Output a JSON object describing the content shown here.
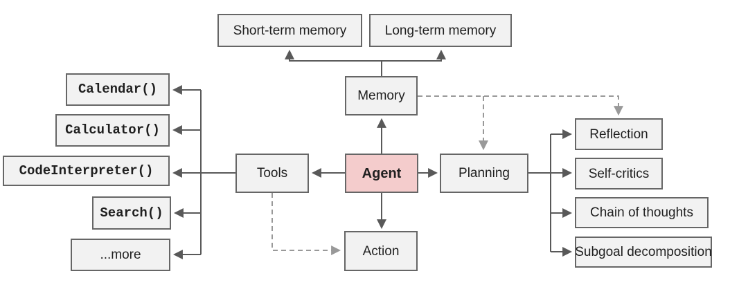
{
  "colors": {
    "background": "#ffffff",
    "box_fill": "#f2f2f2",
    "box_border": "#666666",
    "agent_fill": "#f4cccc",
    "solid_line": "#595959",
    "dashed_line": "#999999",
    "text": "#1f1f1f"
  },
  "nodes": {
    "short_term_memory": {
      "label": "Short-term memory"
    },
    "long_term_memory": {
      "label": "Long-term memory"
    },
    "memory": {
      "label": "Memory"
    },
    "tools": {
      "label": "Tools"
    },
    "agent": {
      "label": "Agent"
    },
    "planning": {
      "label": "Planning"
    },
    "action": {
      "label": "Action"
    },
    "calendar": {
      "label": "Calendar()"
    },
    "calculator": {
      "label": "Calculator()"
    },
    "code_interpreter": {
      "label": "CodeInterpreter()"
    },
    "search": {
      "label": "Search()"
    },
    "more": {
      "label": "...more"
    },
    "reflection": {
      "label": "Reflection"
    },
    "self_critics": {
      "label": "Self-critics"
    },
    "chain_of_thoughts": {
      "label": "Chain of thoughts"
    },
    "subgoal_decomposition": {
      "label": "Subgoal decomposition"
    }
  },
  "edges": [
    {
      "from": "agent",
      "to": "memory",
      "style": "solid"
    },
    {
      "from": "memory",
      "to": "short_term_memory",
      "style": "solid"
    },
    {
      "from": "memory",
      "to": "long_term_memory",
      "style": "solid"
    },
    {
      "from": "agent",
      "to": "tools",
      "style": "solid"
    },
    {
      "from": "agent",
      "to": "planning",
      "style": "solid"
    },
    {
      "from": "agent",
      "to": "action",
      "style": "solid"
    },
    {
      "from": "tools",
      "to": "calendar",
      "style": "solid"
    },
    {
      "from": "tools",
      "to": "calculator",
      "style": "solid"
    },
    {
      "from": "tools",
      "to": "code_interpreter",
      "style": "solid"
    },
    {
      "from": "tools",
      "to": "search",
      "style": "solid"
    },
    {
      "from": "tools",
      "to": "more",
      "style": "solid"
    },
    {
      "from": "planning",
      "to": "reflection",
      "style": "solid"
    },
    {
      "from": "planning",
      "to": "self_critics",
      "style": "solid"
    },
    {
      "from": "planning",
      "to": "chain_of_thoughts",
      "style": "solid"
    },
    {
      "from": "planning",
      "to": "subgoal_decomposition",
      "style": "solid"
    },
    {
      "from": "memory",
      "to": "planning",
      "style": "dashed"
    },
    {
      "from": "memory",
      "to": "reflection",
      "style": "dashed"
    },
    {
      "from": "tools",
      "to": "action",
      "style": "dashed"
    }
  ]
}
